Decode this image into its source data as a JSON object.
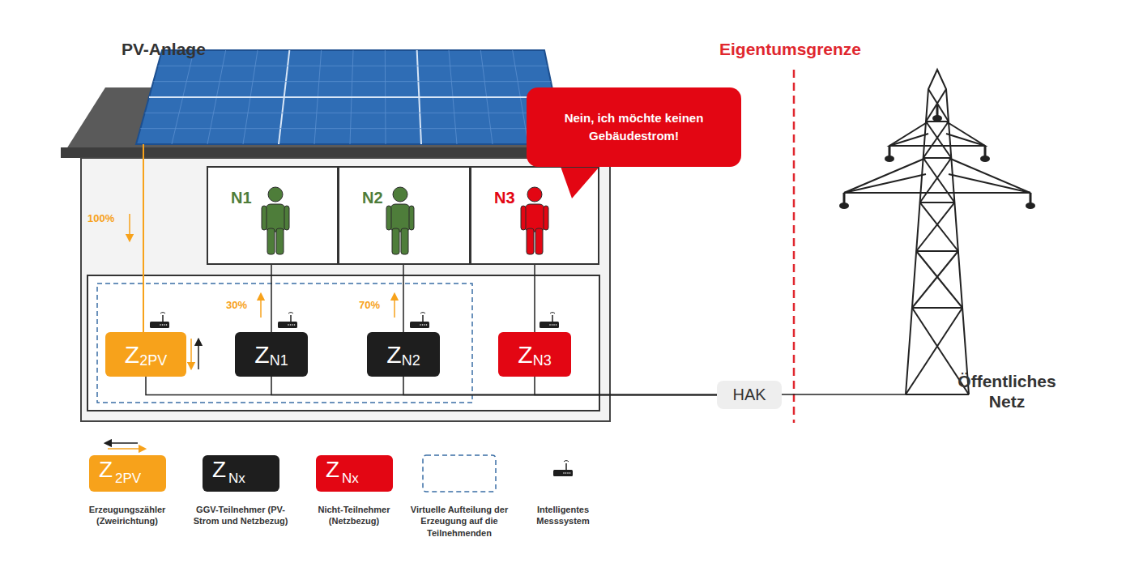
{
  "diagram": {
    "nodes": [
      {
        "text": [
          "N1"
        ]
      },
      {
        "text": [
          "N2"
        ]
      },
      {
        "text": [
          "N3"
        ]
      },
      {
        "text": [
          "Nein, ich möchte keinen Gebäudestrom!"
        ]
      },
      {
        "text": [
          "Z",
          "2PV"
        ]
      },
      {
        "text": [
          "Z",
          "N1"
        ]
      },
      {
        "text": [
          "Z",
          "N2"
        ]
      },
      {
        "text": [
          "Z",
          "N3"
        ]
      },
      {
        "text": [
          "HAK"
        ]
      }
    ],
    "edges": [
      {
        "from": 0,
        "to": 5,
        "arrow": "none"
      },
      {
        "from": 1,
        "to": 6,
        "arrow": "none"
      },
      {
        "from": 2,
        "to": 7,
        "arrow": "none"
      },
      {
        "from": 4,
        "to": 8,
        "arrow": "none"
      },
      {
        "from": 5,
        "to": 8,
        "arrow": "none"
      },
      {
        "from": 6,
        "to": 8,
        "arrow": "none"
      },
      {
        "from": 7,
        "to": 8,
        "arrow": "none"
      }
    ],
    "labels": [
      "PV-Anlage",
      "Eigentumsgrenze",
      "100%",
      "30%",
      "70%",
      "Öffentliches Netz",
      "Z",
      "2PV",
      "Z",
      "Nx",
      "Z",
      "Nx"
    ],
    "legend": [
      {
        "text": "Erzeugungszähler (Zweirichtung)",
        "color": "#F7A21B"
      },
      {
        "text": "GGV-Teilnehmer (PV-Strom und Netzbezug)",
        "color": "#1E1E1E"
      },
      {
        "text": "Nicht-Teilnehmer (Netzbezug)",
        "color": "#E30613"
      },
      {
        "text": "Virtuelle Aufteilung der Erzeugung auf die Teilnehmenden"
      },
      {
        "text": "Intelligentes Messsystem"
      }
    ]
  }
}
